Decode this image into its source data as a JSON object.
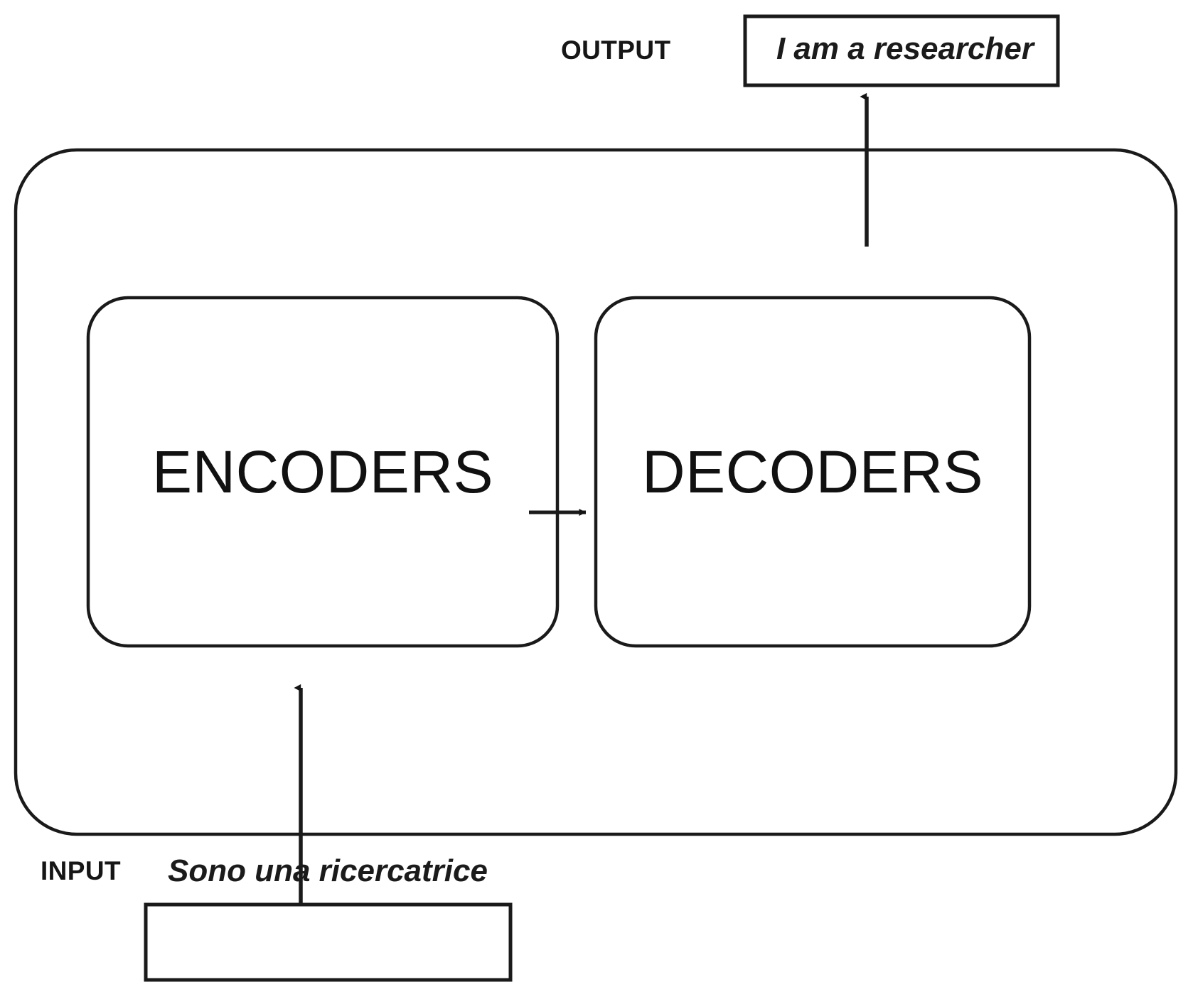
{
  "diagram": {
    "title": "Transformer encoder-decoder translation diagram",
    "stroke_color": "#1a1a1a",
    "background_color": "#ffffff",
    "labels": {
      "output_label": "OUTPUT",
      "input_label": "INPUT"
    },
    "io_boxes": {
      "output": {
        "name": "output-box",
        "text": "I am a researcher",
        "style": "italic"
      },
      "input": {
        "name": "input-box",
        "text": "Sono una ricercatrice",
        "style": "italic"
      }
    },
    "blocks": [
      {
        "id": "encoders",
        "label": "ENCODERS"
      },
      {
        "id": "decoders",
        "label": "DECODERS"
      }
    ],
    "outer_container": {
      "name": "model-container",
      "label": ""
    },
    "arrows": [
      {
        "id": "input-to-encoders",
        "from": "input-box",
        "to": "encoders",
        "direction": "up"
      },
      {
        "id": "encoders-to-decoders",
        "from": "encoders",
        "to": "decoders",
        "direction": "right"
      },
      {
        "id": "decoders-to-output",
        "from": "decoders",
        "to": "output-box",
        "direction": "up"
      }
    ]
  }
}
